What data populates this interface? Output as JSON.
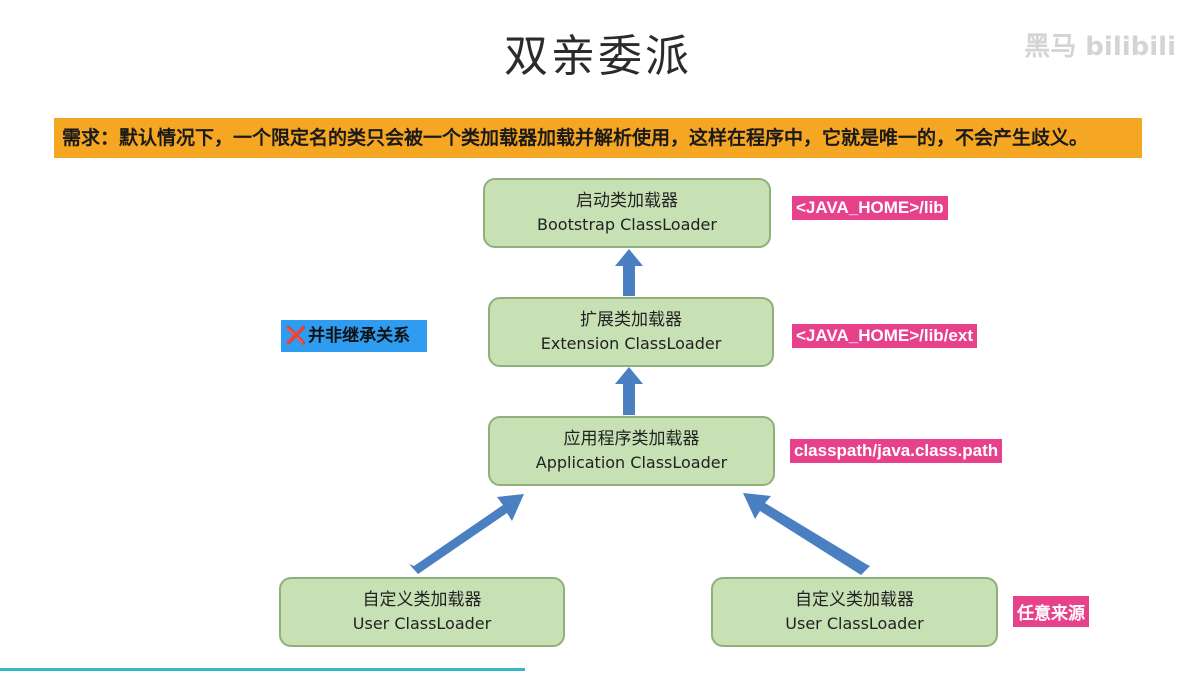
{
  "title": "双亲委派",
  "watermark": "黑马 bilibili",
  "requirement": "需求：默认情况下，一个限定名的类只会被一个类加载器加载并解析使用，这样在程序中，它就是唯一的，不会产生歧义。",
  "loaders": {
    "bootstrap": {
      "cn": "启动类加载器",
      "en": "Bootstrap ClassLoader",
      "path": "<JAVA_HOME>/lib"
    },
    "extension": {
      "cn": "扩展类加载器",
      "en": "Extension ClassLoader",
      "path": "<JAVA_HOME>/lib/ext"
    },
    "application": {
      "cn": "应用程序类加载器",
      "en": "Application ClassLoader",
      "path": "classpath/java.class.path"
    },
    "user_left": {
      "cn": "自定义类加载器",
      "en": "User ClassLoader"
    },
    "user_right": {
      "cn": "自定义类加载器",
      "en": "User ClassLoader"
    }
  },
  "user_source_tag": "任意来源",
  "not_inheritance": {
    "icon": "cross-mark-icon",
    "icon_glyph": "❌",
    "text": "并非继承关系"
  },
  "colors": {
    "box_fill": "#c7e0b4",
    "box_border": "#8fb07a",
    "arrow": "#4a7fc1",
    "requirement_bg": "#f5a623",
    "path_tag_bg": "#e8418c",
    "relation_tag_bg": "#2e9cf0"
  }
}
